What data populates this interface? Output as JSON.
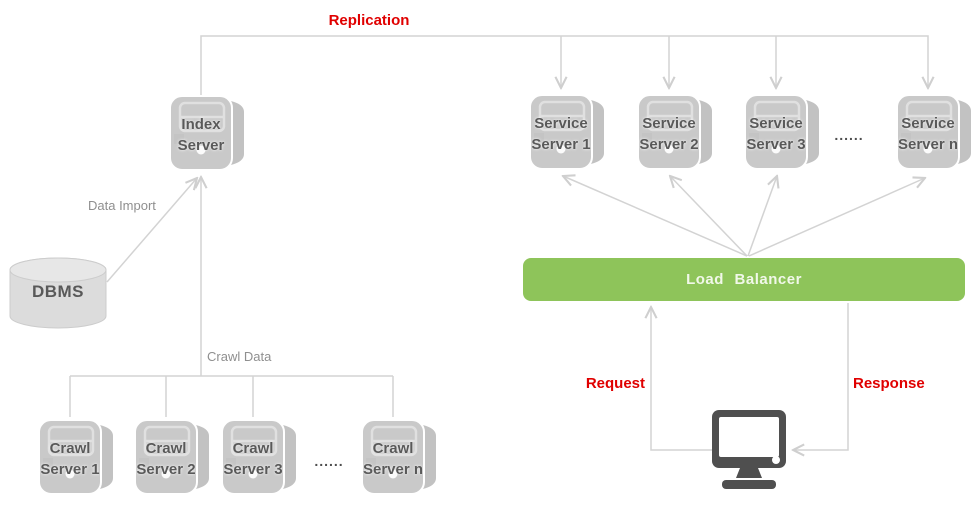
{
  "diagram": {
    "labels": {
      "replication": "Replication",
      "data_import": "Data Import",
      "crawl_data": "Crawl Data",
      "request": "Request",
      "response": "Response"
    },
    "nodes": {
      "index_server": {
        "line1": "Index",
        "line2": "Server"
      },
      "dbms": {
        "label": "DBMS"
      },
      "load_balancer": {
        "label": "Load Balancer"
      },
      "service_servers": [
        {
          "line1": "Service",
          "line2": "Server 1"
        },
        {
          "line1": "Service",
          "line2": "Server 2"
        },
        {
          "line1": "Service",
          "line2": "Server 3"
        },
        {
          "line1": "Service",
          "line2": "Server n"
        }
      ],
      "crawl_servers": [
        {
          "line1": "Crawl",
          "line2": "Server 1"
        },
        {
          "line1": "Crawl",
          "line2": "Server 2"
        },
        {
          "line1": "Crawl",
          "line2": "Server 3"
        },
        {
          "line1": "Crawl",
          "line2": "Server n"
        }
      ],
      "ellipsis_service": "......",
      "ellipsis_crawl": "......"
    },
    "colors": {
      "connector": "#d3d3d3",
      "server_body": "#c9c9c9",
      "server_side": "#c2c2c2",
      "node_text": "#595959",
      "red_label": "#e00000",
      "gray_label": "#8f8f8f",
      "load_balancer_fill": "#8ec45a",
      "load_balancer_text": "#f1f8e9",
      "dbms_fill": "#dcdcdc",
      "monitor_fill": "#4f4f4f"
    }
  }
}
